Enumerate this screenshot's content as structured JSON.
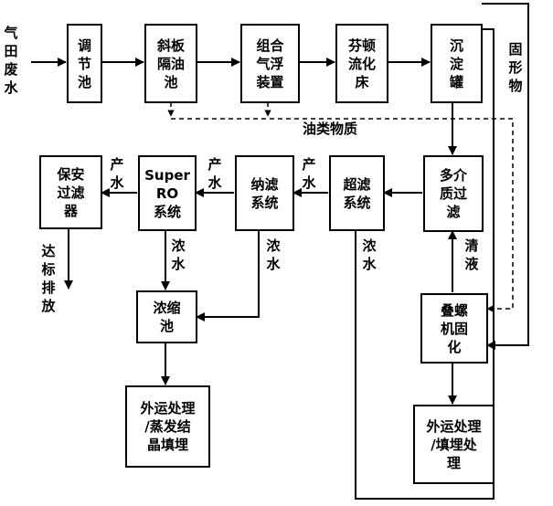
{
  "nodes": {
    "input": "气\n田\n废\n水",
    "adjust": "调\n节\n池",
    "inclined": "斜板\n隔油\n池",
    "flotation": "组合\n气浮\n装置",
    "fenton": "芬顿\n流化\n床",
    "settle": "沉\n淀\n罐",
    "multimedia": "多介\n质过\n滤",
    "ultra": "超滤\n系统",
    "nano": "纳滤\n系统",
    "ro": "Super\nRO\n系统",
    "safety": "保安\n过滤\n器",
    "concentrate": "浓缩\n池",
    "outsource1": "外运处理\n/蒸发结\n晶填埋",
    "screw": "叠螺\n机固\n化",
    "outsource2": "外运处理\n/填埋处\n理"
  },
  "labels": {
    "solid": "固\n形\n物",
    "oil": "油类物质",
    "water_ro": "产\n水",
    "water_nano": "产\n水",
    "water_ultra": "产\n水",
    "discharge": "达\n标\n排\n放",
    "conc_ro": "浓\n水",
    "conc_nano": "浓\n水",
    "conc_ultra": "浓\n水",
    "clear": "清\n液"
  }
}
